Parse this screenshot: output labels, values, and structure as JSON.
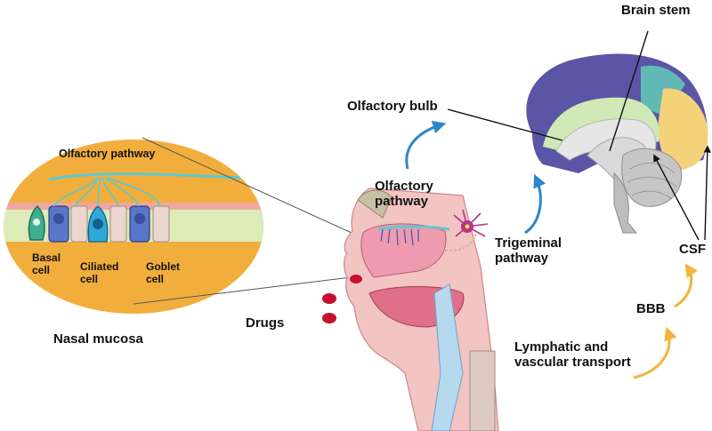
{
  "labels": {
    "brain_stem": "Brain stem",
    "olfactory_bulb": "Olfactory bulb",
    "olfactory_pathway_main": [
      "Olfactory",
      "pathway"
    ],
    "trigeminal_pathway": [
      "Trigeminal",
      "pathway"
    ],
    "csf": "CSF",
    "bbb": "BBB",
    "lymphatic": [
      "Lymphatic and",
      "vascular transport"
    ],
    "drugs": "Drugs",
    "nasal_mucosa": "Nasal mucosa",
    "inset_olfactory_pathway": "Olfactory pathway",
    "basal_cell": [
      "Basal",
      "cell"
    ],
    "ciliated_cell": [
      "Ciliated",
      "cell"
    ],
    "goblet_cell": [
      "Goblet",
      "cell"
    ]
  },
  "colors": {
    "inset_fill": "#F2AE3C",
    "mucosa_band": "#DCEBB8",
    "head_skin": "#F2C4C2",
    "nasal_cavity": "#EE9BB0",
    "brain_cortex": "#5B55A6",
    "brain_teal": "#62B8B4",
    "brain_yellow": "#F3D27A",
    "arrow_blue": "#2E86C9",
    "arrow_orange": "#F4B33E",
    "drug_red": "#C8102E",
    "neuron_magenta": "#B5338A"
  }
}
